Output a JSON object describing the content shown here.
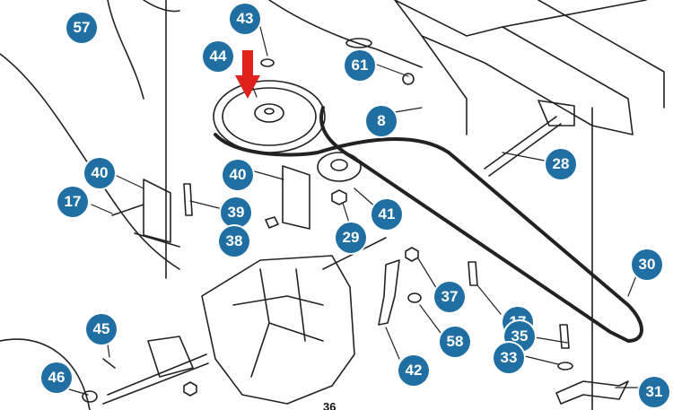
{
  "callouts": [
    {
      "id": "c57",
      "label": "57"
    },
    {
      "id": "c43",
      "label": "43"
    },
    {
      "id": "c44",
      "label": "44"
    },
    {
      "id": "c61",
      "label": "61"
    },
    {
      "id": "c8",
      "label": "8"
    },
    {
      "id": "c28",
      "label": "28"
    },
    {
      "id": "c40a",
      "label": "40"
    },
    {
      "id": "c40b",
      "label": "40"
    },
    {
      "id": "c17a",
      "label": "17"
    },
    {
      "id": "c39",
      "label": "39"
    },
    {
      "id": "c38",
      "label": "38"
    },
    {
      "id": "c41",
      "label": "41"
    },
    {
      "id": "c29",
      "label": "29"
    },
    {
      "id": "c30",
      "label": "30"
    },
    {
      "id": "c37",
      "label": "37"
    },
    {
      "id": "c17b",
      "label": "17"
    },
    {
      "id": "c35",
      "label": "35"
    },
    {
      "id": "c33",
      "label": "33"
    },
    {
      "id": "c58",
      "label": "58"
    },
    {
      "id": "c42",
      "label": "42"
    },
    {
      "id": "c45",
      "label": "45"
    },
    {
      "id": "c46",
      "label": "46"
    },
    {
      "id": "c31",
      "label": "31"
    }
  ],
  "partial_label": "36",
  "colors": {
    "callout": "#1f6fa3",
    "arrow": "#e0201b",
    "line": "#222222"
  }
}
